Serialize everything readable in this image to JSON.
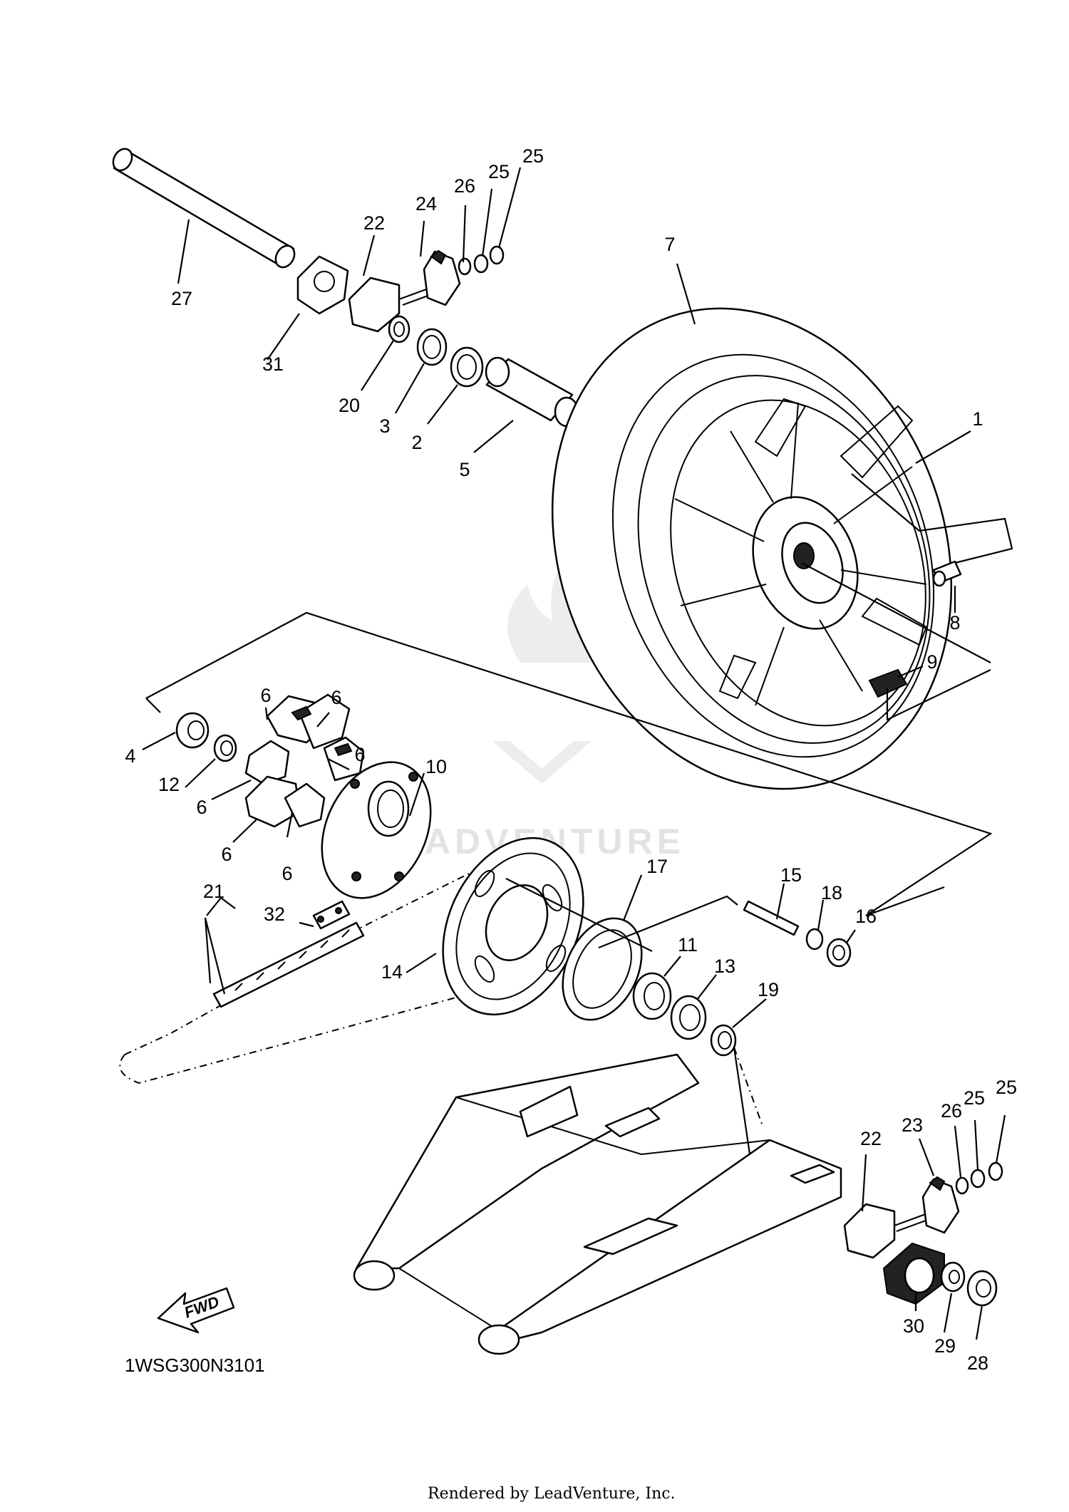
{
  "diagram_code": "1WSG300N3101",
  "footer": "Rendered by LeadVenture, Inc.",
  "watermark": "LEADVENTURE",
  "fwd_label": "FWD",
  "part_labels": [
    {
      "id": "label-27",
      "text": "27"
    },
    {
      "id": "label-22-top",
      "text": "22"
    },
    {
      "id": "label-24",
      "text": "24"
    },
    {
      "id": "label-26-top",
      "text": "26"
    },
    {
      "id": "label-25-top-a",
      "text": "25"
    },
    {
      "id": "label-25-top-b",
      "text": "25"
    },
    {
      "id": "label-31",
      "text": "31"
    },
    {
      "id": "label-20",
      "text": "20"
    },
    {
      "id": "label-3",
      "text": "3"
    },
    {
      "id": "label-2",
      "text": "2"
    },
    {
      "id": "label-5",
      "text": "5"
    },
    {
      "id": "label-7",
      "text": "7"
    },
    {
      "id": "label-1",
      "text": "1"
    },
    {
      "id": "label-8",
      "text": "8"
    },
    {
      "id": "label-9",
      "text": "9"
    },
    {
      "id": "label-6-a",
      "text": "6"
    },
    {
      "id": "label-6-b",
      "text": "6"
    },
    {
      "id": "label-6-c",
      "text": "6"
    },
    {
      "id": "label-6-d",
      "text": "6"
    },
    {
      "id": "label-6-e",
      "text": "6"
    },
    {
      "id": "label-6-f",
      "text": "6"
    },
    {
      "id": "label-4",
      "text": "4"
    },
    {
      "id": "label-12",
      "text": "12"
    },
    {
      "id": "label-10",
      "text": "10"
    },
    {
      "id": "label-21",
      "text": "21"
    },
    {
      "id": "label-32",
      "text": "32"
    },
    {
      "id": "label-14",
      "text": "14"
    },
    {
      "id": "label-17",
      "text": "17"
    },
    {
      "id": "label-15",
      "text": "15"
    },
    {
      "id": "label-18",
      "text": "18"
    },
    {
      "id": "label-16",
      "text": "16"
    },
    {
      "id": "label-11",
      "text": "11"
    },
    {
      "id": "label-13",
      "text": "13"
    },
    {
      "id": "label-19",
      "text": "19"
    },
    {
      "id": "label-22-bottom",
      "text": "22"
    },
    {
      "id": "label-23",
      "text": "23"
    },
    {
      "id": "label-26-bottom",
      "text": "26"
    },
    {
      "id": "label-25-bottom-a",
      "text": "25"
    },
    {
      "id": "label-25-bottom-b",
      "text": "25"
    },
    {
      "id": "label-30",
      "text": "30"
    },
    {
      "id": "label-29",
      "text": "29"
    },
    {
      "id": "label-28",
      "text": "28"
    }
  ]
}
